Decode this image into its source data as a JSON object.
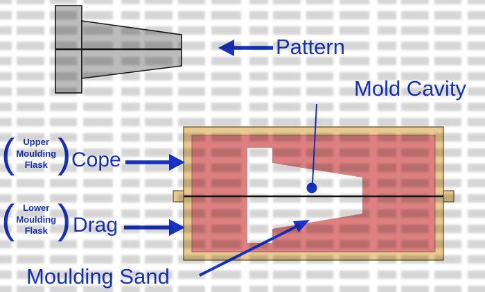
{
  "labels": {
    "pattern": "Pattern",
    "mold_cavity": "Mold Cavity",
    "cope": "Cope",
    "drag": "Drag",
    "moulding_sand": "Moulding Sand"
  },
  "flask_notes": {
    "open_paren": "(",
    "close_paren": ")",
    "upper": {
      "lines": [
        "Upper",
        "Moulding",
        "Flask"
      ]
    },
    "lower": {
      "lines": [
        "Lower",
        "Moulding",
        "Flask"
      ]
    }
  },
  "colors": {
    "label_blue": "#1733C9",
    "arrow_blue": "#1733C9",
    "pattern_gray": "#BCBCBC",
    "flask_tan": "#E9CA90",
    "sand_pink": "#DC8080",
    "cavity_white": "#FFFFFF",
    "line_black": "#141414",
    "dot_blue": "#1733C9"
  }
}
